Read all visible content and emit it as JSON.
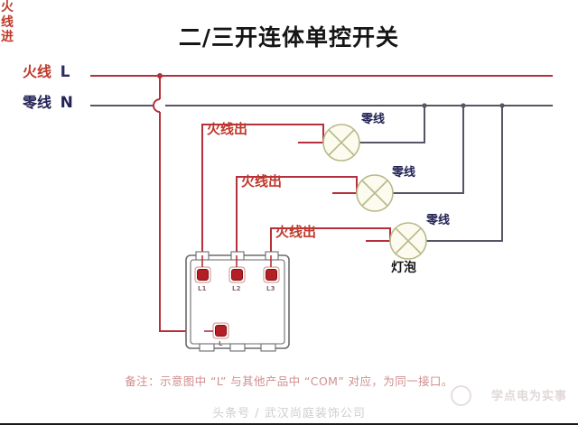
{
  "title": "二/三开连体单控开关",
  "wires": {
    "live_label": "火线",
    "live_terminal": "L",
    "neutral_label": "零线",
    "neutral_terminal": "N",
    "live_in": "火线进",
    "live_out": "火线出",
    "neutral_out": "零线",
    "bulb": "灯泡"
  },
  "switch": {
    "terminals_top": [
      "L1",
      "L2",
      "L3"
    ],
    "terminal_common": "L"
  },
  "footnote": "备注：示意图中 “L” 与其他产品中 “COM” 对应，为同一接口。",
  "watermark": {
    "bottom": "头条号 / 武汉尚庭装饰公司",
    "brand": "学点电为实事"
  },
  "colors": {
    "live": "#b5303a",
    "neutral": "#555565",
    "live_text": "#c0392b",
    "neutral_text": "#232356",
    "bulb_stroke": "#b9b98a",
    "bulb_fill": "#fbfbef",
    "switch_body": "#6b6b6b",
    "terminal": "#c0242a",
    "title": "#151515"
  },
  "labels": [
    {
      "name": "live-in-wire",
      "text": "火线",
      "sub": "L"
    },
    {
      "name": "neutral-in-wire",
      "text": "零线",
      "sub": "N"
    },
    {
      "name": "live-out-1",
      "text": "火线出"
    },
    {
      "name": "live-out-2",
      "text": "火线出"
    },
    {
      "name": "live-out-3",
      "text": "火线出"
    },
    {
      "name": "neutral-1",
      "text": "零线"
    },
    {
      "name": "neutral-2",
      "text": "零线"
    },
    {
      "name": "neutral-3",
      "text": "零线"
    }
  ]
}
